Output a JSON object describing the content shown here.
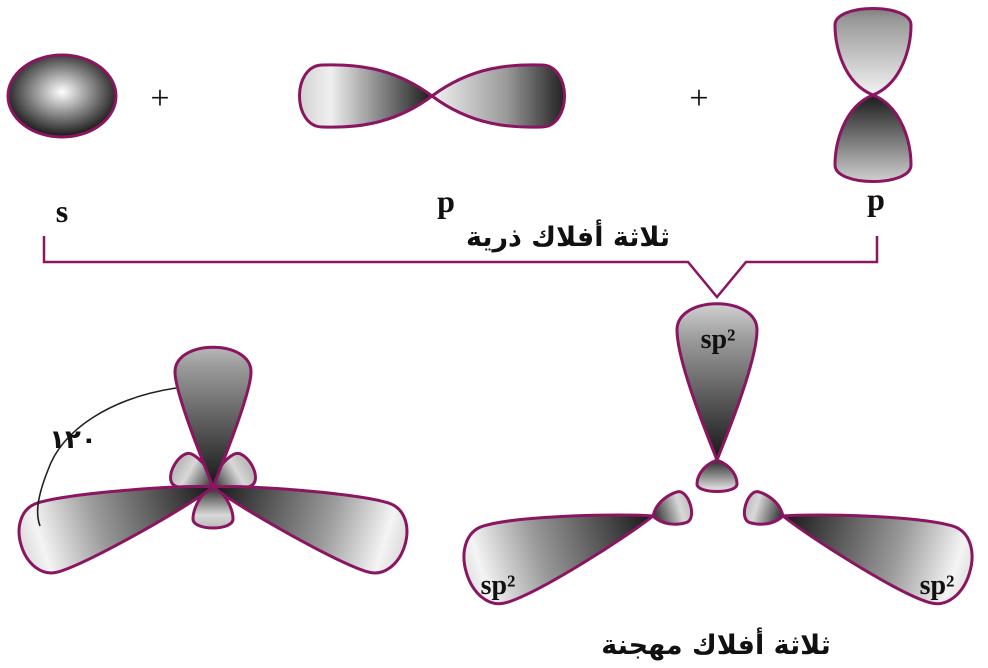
{
  "colors": {
    "outline": "#8a1560",
    "lobe_light": "#fafafa",
    "lobe_dark": "#1c1c1c",
    "text": "#111111"
  },
  "top_row": {
    "plus_1": "+",
    "plus_2": "+",
    "s_label": "s",
    "p_label_1": "p",
    "p_label_2": "p"
  },
  "atomic_orbitals_caption": "ثلاثة أفلاك ذرية",
  "hybrid": {
    "label_top": "sp²",
    "label_left": "sp²",
    "label_right": "sp²",
    "caption": "ثلاثة أفلاك مهجنة"
  },
  "trigonal": {
    "angle_label": "١٢٠"
  }
}
